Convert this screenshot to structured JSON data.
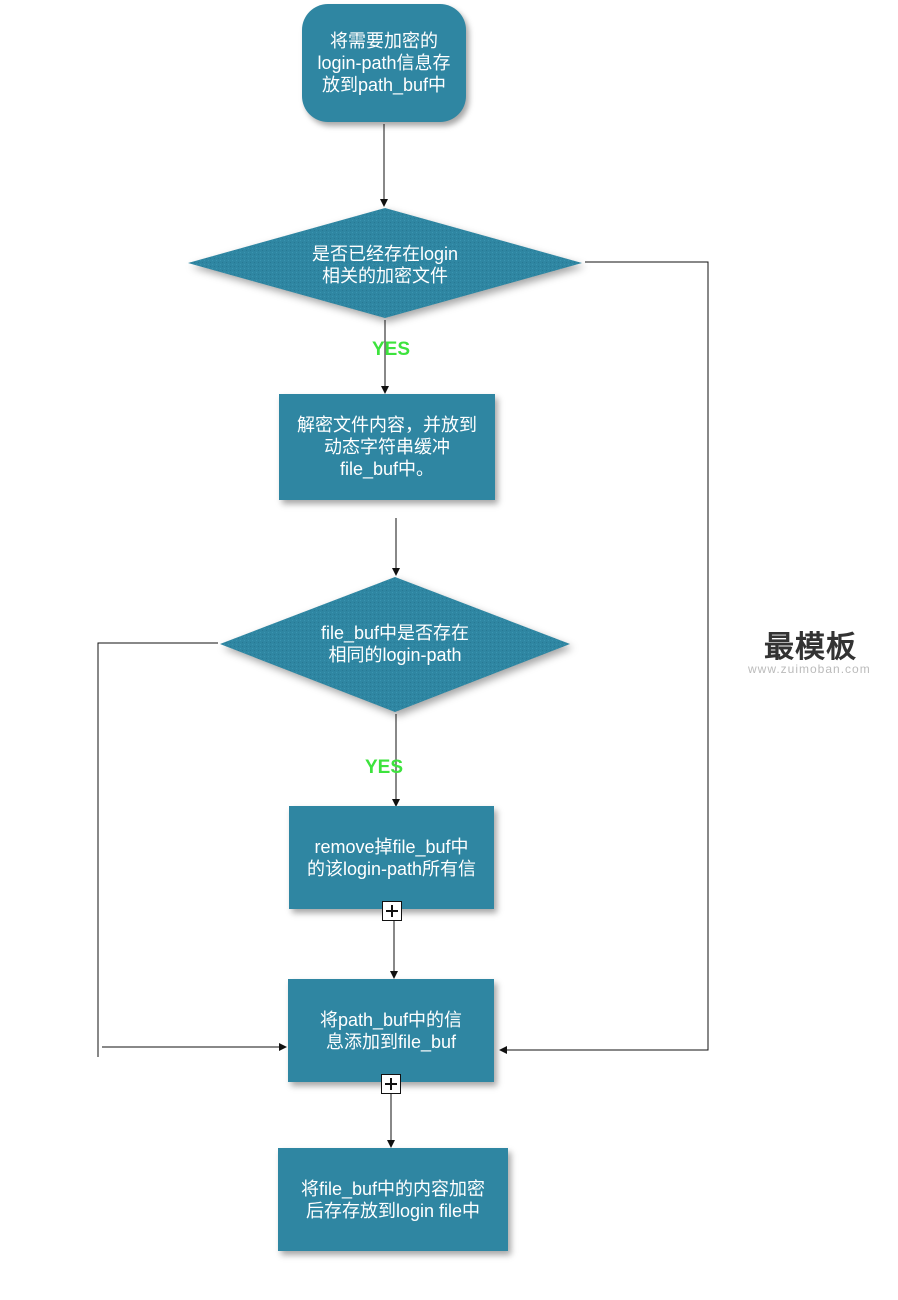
{
  "start_node": {
    "text": "将需要加密的\nlogin-path信息存\n放到path_buf中"
  },
  "decision1": {
    "text": "是否已经存在login\n相关的加密文件",
    "yes_label": "YES"
  },
  "process1": {
    "text": "解密文件内容，并放到\n动态字符串缓冲\nfile_buf中。"
  },
  "decision2": {
    "text": "file_buf中是否存在\n相同的login-path",
    "yes_label": "YES"
  },
  "process2": {
    "text": "remove掉file_buf中\n的该login-path所有信"
  },
  "process3": {
    "text": "将path_buf中的信\n息添加到file_buf"
  },
  "process4": {
    "text": "将file_buf中的内容加密\n后存存放到login file中"
  },
  "watermark": {
    "title": "最模板",
    "url": "www.zuimoban.com"
  },
  "colors": {
    "node_fill": "#2f86a2",
    "yes_label": "#3de33d",
    "edge": "#111111"
  }
}
